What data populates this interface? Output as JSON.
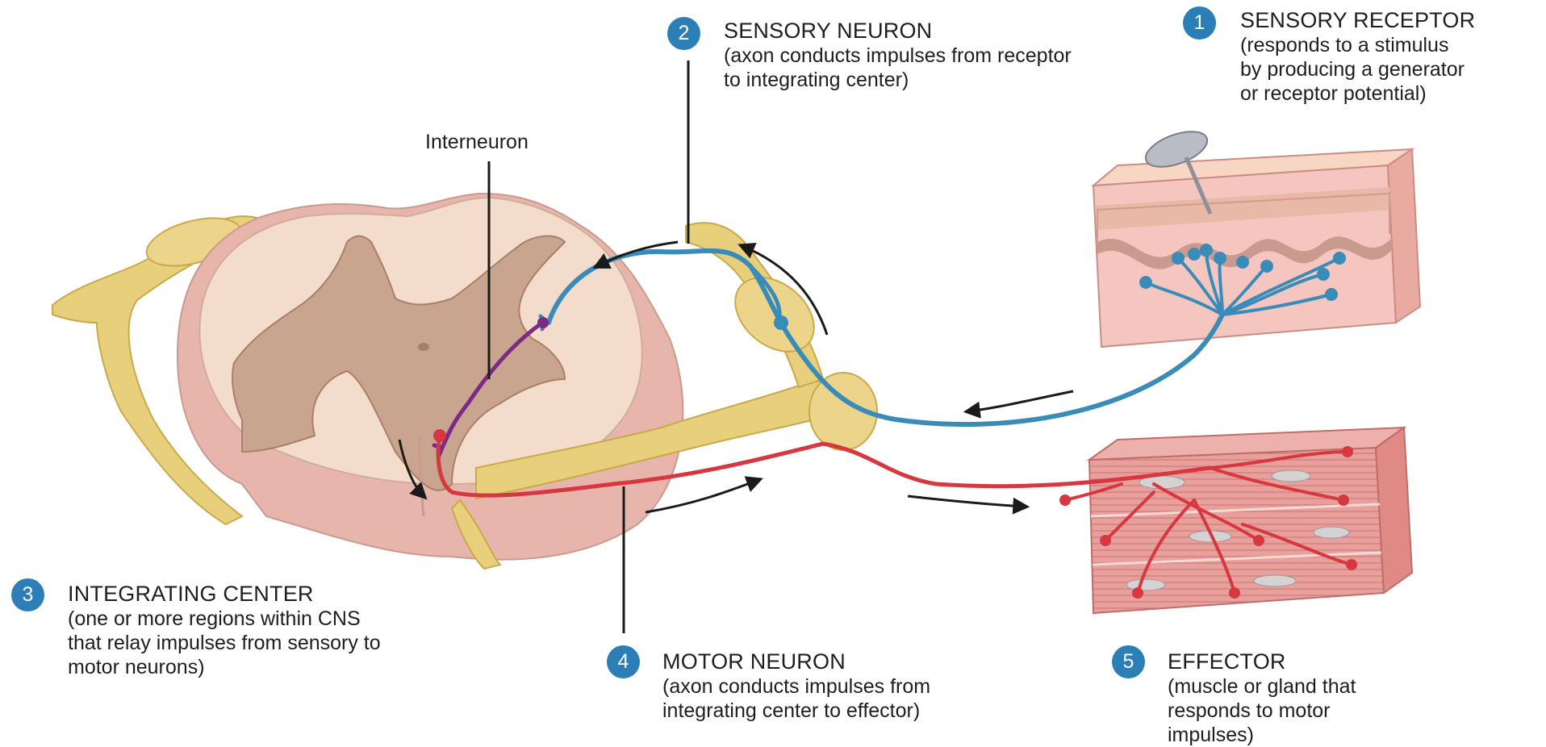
{
  "callouts": {
    "sensory_receptor": {
      "number": "1",
      "title": "SENSORY RECEPTOR",
      "lines": [
        "(responds to a stimulus",
        "by producing a generator",
        "or receptor potential)"
      ]
    },
    "sensory_neuron": {
      "number": "2",
      "title": "SENSORY NEURON",
      "lines": [
        "(axon conducts impulses from receptor",
        "to integrating center)"
      ]
    },
    "integrating_center": {
      "number": "3",
      "title": "INTEGRATING CENTER",
      "lines": [
        "(one or more regions within CNS",
        "that relay impulses from sensory to",
        "motor neurons)"
      ]
    },
    "motor_neuron": {
      "number": "4",
      "title": "MOTOR NEURON",
      "lines": [
        "(axon conducts impulses from",
        "integrating center to effector)"
      ]
    },
    "effector": {
      "number": "5",
      "title": "EFFECTOR",
      "lines": [
        "(muscle or gland that",
        "responds to motor",
        "impulses)"
      ]
    }
  },
  "labels": {
    "interneuron": "Interneuron"
  },
  "colors": {
    "badge": "#2b7fb6",
    "sensory_neuron": "#3a8cb8",
    "interneuron": "#7b2a86",
    "motor_neuron": "#d7373f",
    "nerve": "#e8cf7c",
    "gray_matter": "#c9a48f",
    "white_matter": "#f3dccb",
    "muscle": "#e59a97",
    "skin": "#f4c6bf"
  }
}
